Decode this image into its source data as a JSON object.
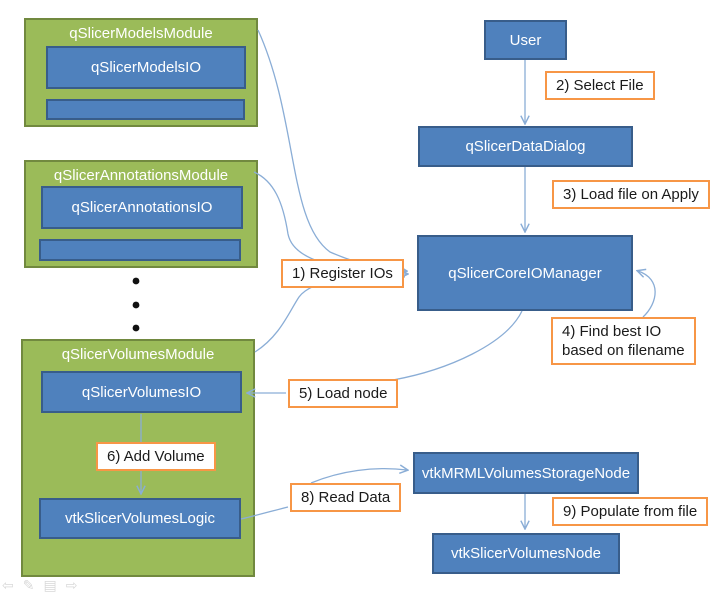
{
  "modules": [
    {
      "title": "qSlicerModelsModule",
      "io": "qSlicerModelsIO"
    },
    {
      "title": "qSlicerAnnotationsModule",
      "io": "qSlicerAnnotationsIO"
    },
    {
      "title": "qSlicerVolumesModule",
      "io": "qSlicerVolumesIO",
      "logic": "vtkSlicerVolumesLogic"
    }
  ],
  "nodes": {
    "user": "User",
    "data_dialog": "qSlicerDataDialog",
    "io_manager": "qSlicerCoreIOManager",
    "storage_node": "vtkMRMLVolumesStorageNode",
    "volumes_node": "vtkSlicerVolumesNode"
  },
  "steps": {
    "register_ios": "1) Register IOs",
    "select_file": "2) Select File",
    "load_file_on_apply": "3) Load file on Apply",
    "find_best_io": "4) Find best IO\nbased on filename",
    "load_node": "5) Load node",
    "add_volume": "6) Add Volume",
    "read_data": "8) Read Data",
    "populate_from_file": "9) Populate from file"
  },
  "footer_icons": [
    {
      "name": "back-icon",
      "glyph": "⇦"
    },
    {
      "name": "pencil-icon",
      "glyph": "✎"
    },
    {
      "name": "list-icon",
      "glyph": "▤"
    },
    {
      "name": "forward-icon",
      "glyph": "⇨"
    }
  ],
  "colors": {
    "module_fill": "#9bbb59",
    "module_border": "#71893f",
    "box_fill": "#4f81bd",
    "box_border": "#385d8a",
    "label_border": "#f79646",
    "arrow": "#8aadd6"
  }
}
